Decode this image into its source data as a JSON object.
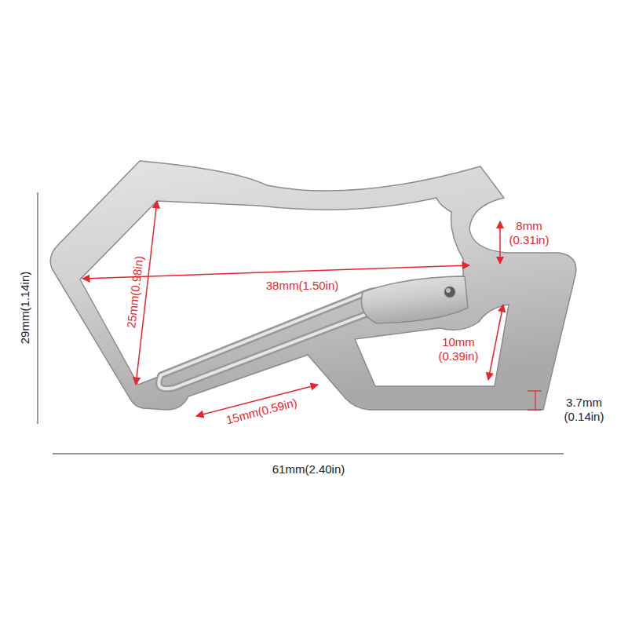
{
  "diagram": {
    "labels": [
      "29mm(1.14in)",
      "25mm(0.98in)",
      "38mm(1.50in)",
      "8mm (0.31in)",
      "10mm (0.39in)",
      "15mm(0.59in)",
      "3.7mm (0.14in)",
      "61mm(2.40in)"
    ]
  }
}
